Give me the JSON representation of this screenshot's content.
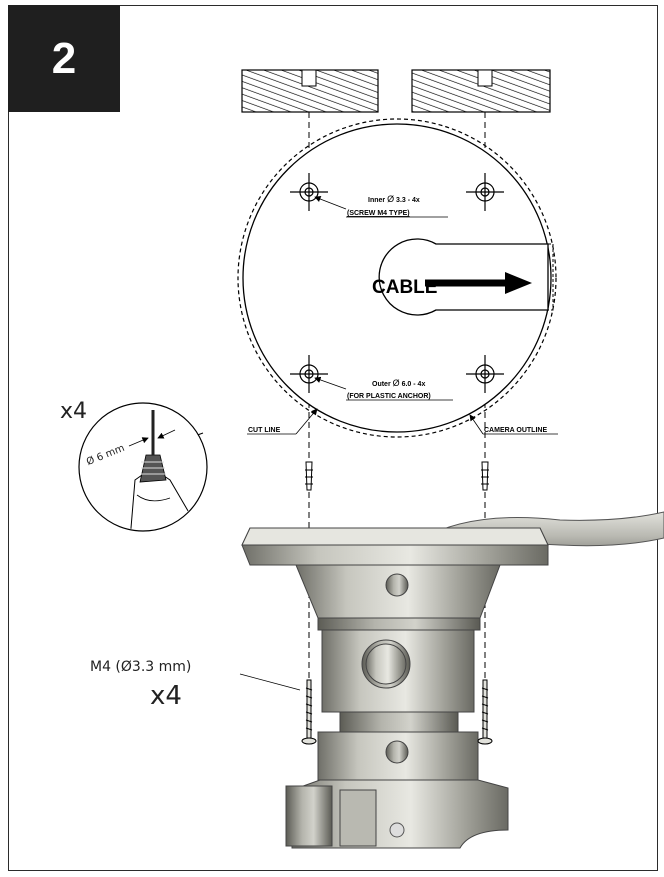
{
  "step_number": "2",
  "template": {
    "hole_inner_label": "Inner",
    "hole_inner_value": "3.3 - 4x",
    "hole_inner_note": "(SCREW M4 TYPE)",
    "hole_outer_label": "Outer",
    "hole_outer_value": "6.0 - 4x",
    "hole_outer_note": "(FOR PLASTIC ANCHOR)",
    "cable_label": "CABLE",
    "cut_line_label": "CUT LINE",
    "camera_outline_label": "CAMERA OUTLINE",
    "diameter_symbol": "Ø"
  },
  "drill": {
    "count_label": "x4",
    "bit_label": "Ø 6 mm"
  },
  "screws": {
    "spec_label": "M4 (Ø3.3 mm)",
    "count_label": "x4"
  },
  "colors": {
    "step_badge": "#1f1f1f",
    "mount_body": "#9a9a90",
    "cable": "#b7b7b0"
  }
}
